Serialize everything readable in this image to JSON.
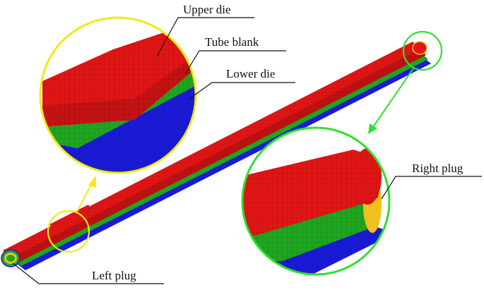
{
  "labels": {
    "upper_die": "Upper die",
    "tube_blank": "Tube blank",
    "lower_die": "Lower die",
    "right_plug": "Right plug",
    "left_plug": "Left plug"
  },
  "colors": {
    "upper_die": "#e01515",
    "tube_blank": "#1fa51f",
    "lower_die": "#1a1ad6",
    "plug": "#f0c020",
    "left_zoom_ring": "#f2ea13",
    "right_zoom_ring": "#2fe02f",
    "mesh_line": "#000000"
  }
}
